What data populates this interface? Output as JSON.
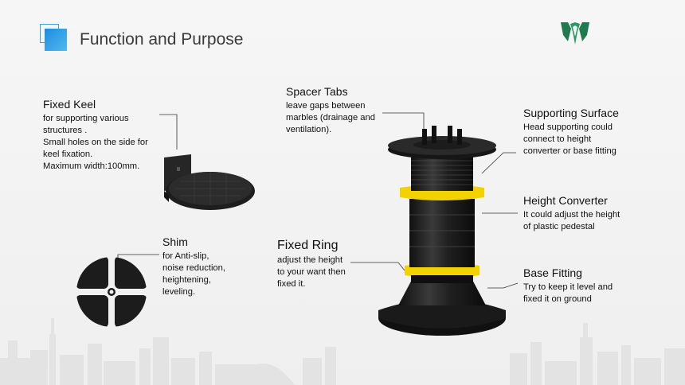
{
  "header": {
    "title": "Function and Purpose",
    "accent_color": "#1a8de0",
    "logo_color": "#1f7a4d"
  },
  "labels": {
    "fixed_keel": {
      "title": "Fixed Keel",
      "lines": [
        "for supporting various",
        "structures .",
        "Small holes on the side for",
        "keel fixation.",
        "Maximum width:100mm."
      ]
    },
    "shim": {
      "title": "Shim",
      "lines": [
        "for Anti-slip,",
        "noise reduction,",
        "heightening,",
        "leveling."
      ]
    },
    "spacer_tabs": {
      "title": "Spacer Tabs",
      "lines": [
        "leave gaps between",
        "marbles (drainage and",
        "ventilation)."
      ]
    },
    "fixed_ring": {
      "title": "Fixed Ring",
      "lines": [
        "adjust the height",
        "to your want then",
        "fixed it."
      ]
    },
    "supporting_surface": {
      "title": "Supporting Surface",
      "lines": [
        "Head supporting could",
        "connect to height",
        "converter or base fitting"
      ]
    },
    "height_converter": {
      "title": "Height Converter",
      "lines": [
        "It could adjust the height",
        "of plastic pedestal"
      ]
    },
    "base_fitting": {
      "title": "Base Fitting",
      "lines": [
        "Try to keep it level and",
        "fixed it on ground"
      ]
    }
  },
  "colors": {
    "ring_yellow": "#f2d200",
    "product_black": "#1c1c1c",
    "skyline": "#e2e2e2"
  }
}
